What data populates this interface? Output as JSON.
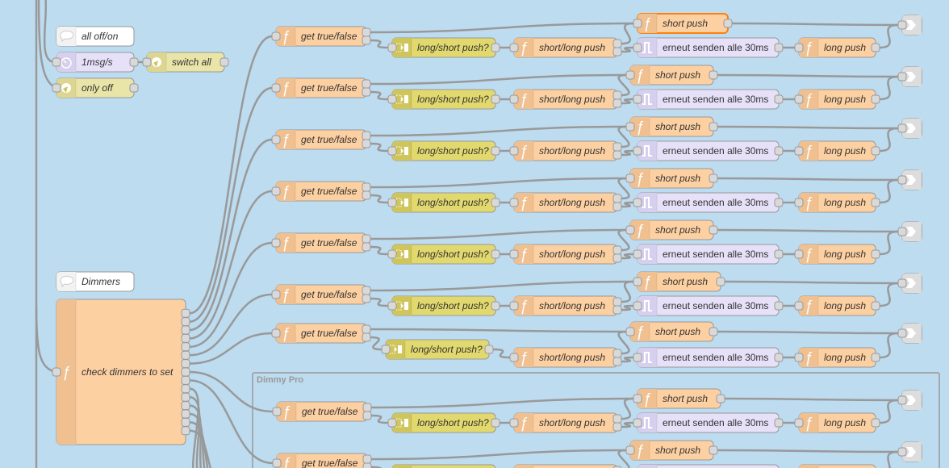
{
  "app": "Node-RED flow editor",
  "colors": {
    "canvas": "#bddcf0",
    "function": "#fdd0a2",
    "function_icon": "#f0c090",
    "switch": "#e2d96e",
    "switch_icon": "#cfc55a",
    "trigger": "#e6e0f8",
    "trigger_icon": "#d6d0ee",
    "link_out": "#dddddd",
    "comment": "#ffffff",
    "change": "#e9e4a8",
    "selected": "#ff7f0e",
    "wire": "#999999"
  },
  "top_nodes": {
    "comment_all": {
      "label": "all off/on",
      "icon": "comment-icon"
    },
    "delay": {
      "label": "1msg/s",
      "icon": "timer-icon"
    },
    "switch_all": {
      "label": "switch all",
      "icon": "change-icon"
    },
    "only_off": {
      "label": "only off",
      "icon": "change-icon"
    },
    "comment_dimmers": {
      "label": "Dimmers",
      "icon": "comment-icon"
    },
    "check_dimmers": {
      "label": "check dimmers to set",
      "icon": "function-icon",
      "outputs": 15
    }
  },
  "group": {
    "label": "Dimmy Pro"
  },
  "row_labels": {
    "get": "get true/false",
    "switch": "long/short push?",
    "func": "short/long push",
    "short": "short push",
    "trigger": "erneut senden alle 30ms",
    "long": "long push"
  },
  "rows": [
    {
      "index": 1,
      "selected_short": true
    },
    {
      "index": 2,
      "selected_short": false
    },
    {
      "index": 3,
      "selected_short": false
    },
    {
      "index": 4,
      "selected_short": false
    },
    {
      "index": 5,
      "selected_short": false
    },
    {
      "index": 6,
      "selected_short": false
    },
    {
      "index": 7,
      "selected_short": false
    },
    {
      "index": 8,
      "selected_short": false
    },
    {
      "index": 9,
      "selected_short": false
    }
  ]
}
